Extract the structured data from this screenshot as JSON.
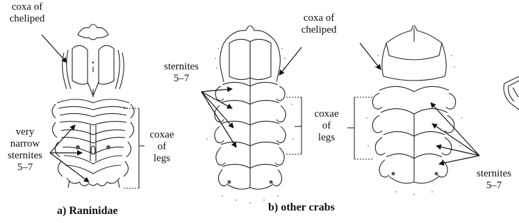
{
  "panels": {
    "a": {
      "caption": "a)  Raninidae",
      "labels": {
        "coxa_cheliped_line1": "coxa of",
        "coxa_cheliped_line2": "cheliped",
        "narrow_line1": "very",
        "narrow_line2": "narrow",
        "narrow_line3": "sternites",
        "narrow_line4": "5–7",
        "coxae_line1": "coxae",
        "coxae_line2": "of",
        "coxae_line3": "legs"
      }
    },
    "b": {
      "caption": "b) other crabs",
      "labels": {
        "sternites_left_line1": "sternites",
        "sternites_left_line2": "5–7",
        "coxa_cheliped_line1": "coxa of",
        "coxa_cheliped_line2": "cheliped",
        "coxae_line1": "coxae",
        "coxae_line2": "of",
        "coxae_line3": "legs",
        "sternites_right_line1": "sternites",
        "sternites_right_line2": "5–7"
      }
    }
  }
}
